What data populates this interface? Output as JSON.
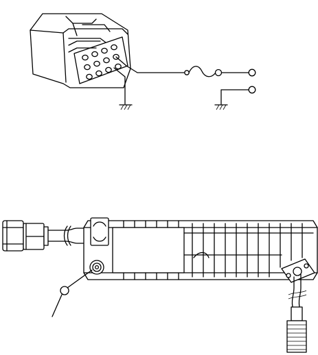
{
  "figure_top": {
    "connector_pins": 12,
    "symbols": [
      "connector-housing",
      "fuse",
      "switch",
      "terminal",
      "ground",
      "ground"
    ]
  },
  "figure_bottom": {
    "components": [
      "power-plug",
      "cable",
      "radio-unit",
      "heat-sink-fins",
      "ground-screw",
      "antenna-connector"
    ]
  }
}
